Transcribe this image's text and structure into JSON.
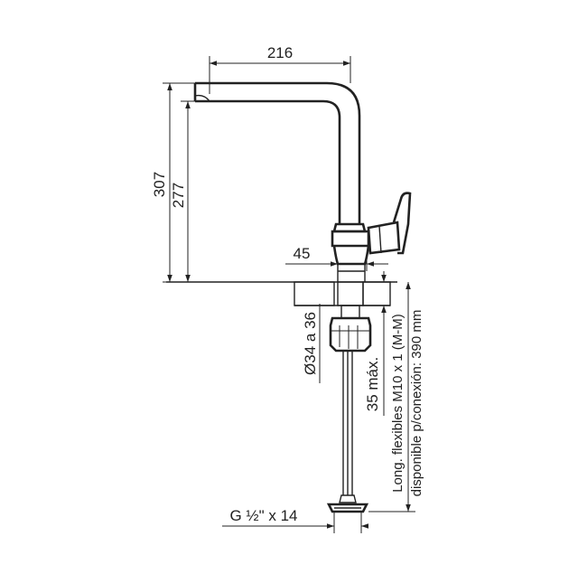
{
  "drawing": {
    "dimensions": {
      "spout_reach": "216",
      "total_height": "307",
      "spout_height": "277",
      "lever_offset": "45",
      "hole_diameter": "Ø34 a 36",
      "max_counter_thickness": "35 máx.",
      "thread": "G ½\" x 14"
    },
    "notes": {
      "hoses_line1": "Long. flexibles M10 x 1 (M-M)",
      "hoses_line2": "disponible p/conexión: 390 mm"
    }
  }
}
